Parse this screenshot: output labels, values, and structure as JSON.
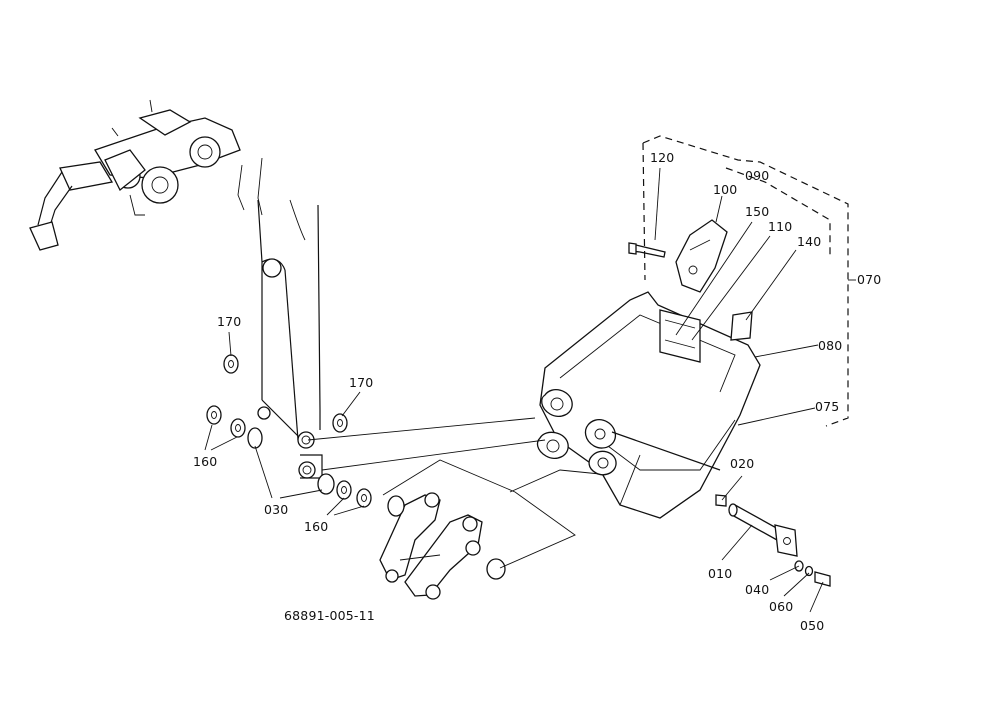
{
  "diagram": {
    "callouts": {
      "p010": "010",
      "p020": "020",
      "p030": "030",
      "p040": "040",
      "p050": "050",
      "p060": "060",
      "p070": "070",
      "p075": "075",
      "p080": "080",
      "p090": "090",
      "p100": "100",
      "p110": "110",
      "p120": "120",
      "p140": "140",
      "p150": "150",
      "p160_left": "160",
      "p160_bottom": "160",
      "p170_left": "170",
      "p170_right": "170"
    },
    "drawing_number": "68891-005-11"
  }
}
